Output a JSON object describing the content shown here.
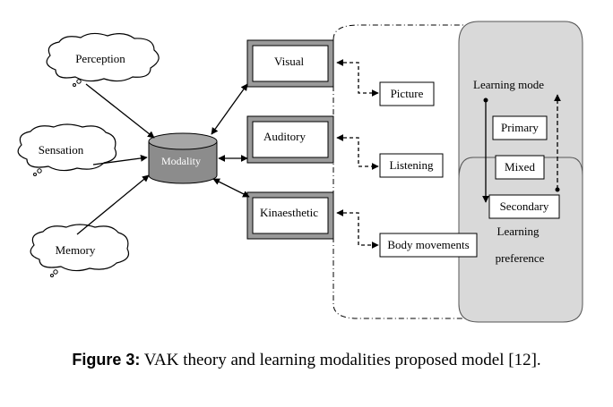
{
  "nodes": {
    "perception": "Perception",
    "sensation": "Sensation",
    "memory": "Memory",
    "modality": "Modality",
    "visual": "Visual",
    "auditory": "Auditory",
    "kinaesthetic": "Kinaesthetic",
    "picture": "Picture",
    "listening": "Listening",
    "body_movements": "Body movements",
    "learning_mode": "Learning mode",
    "primary": "Primary",
    "mixed": "Mixed",
    "secondary": "Secondary",
    "learning_pref_1": "Learning",
    "learning_pref_2": "preference"
  },
  "caption": {
    "figure_label": "Figure 3:",
    "text": " VAK theory and learning modalities proposed model [12]."
  }
}
